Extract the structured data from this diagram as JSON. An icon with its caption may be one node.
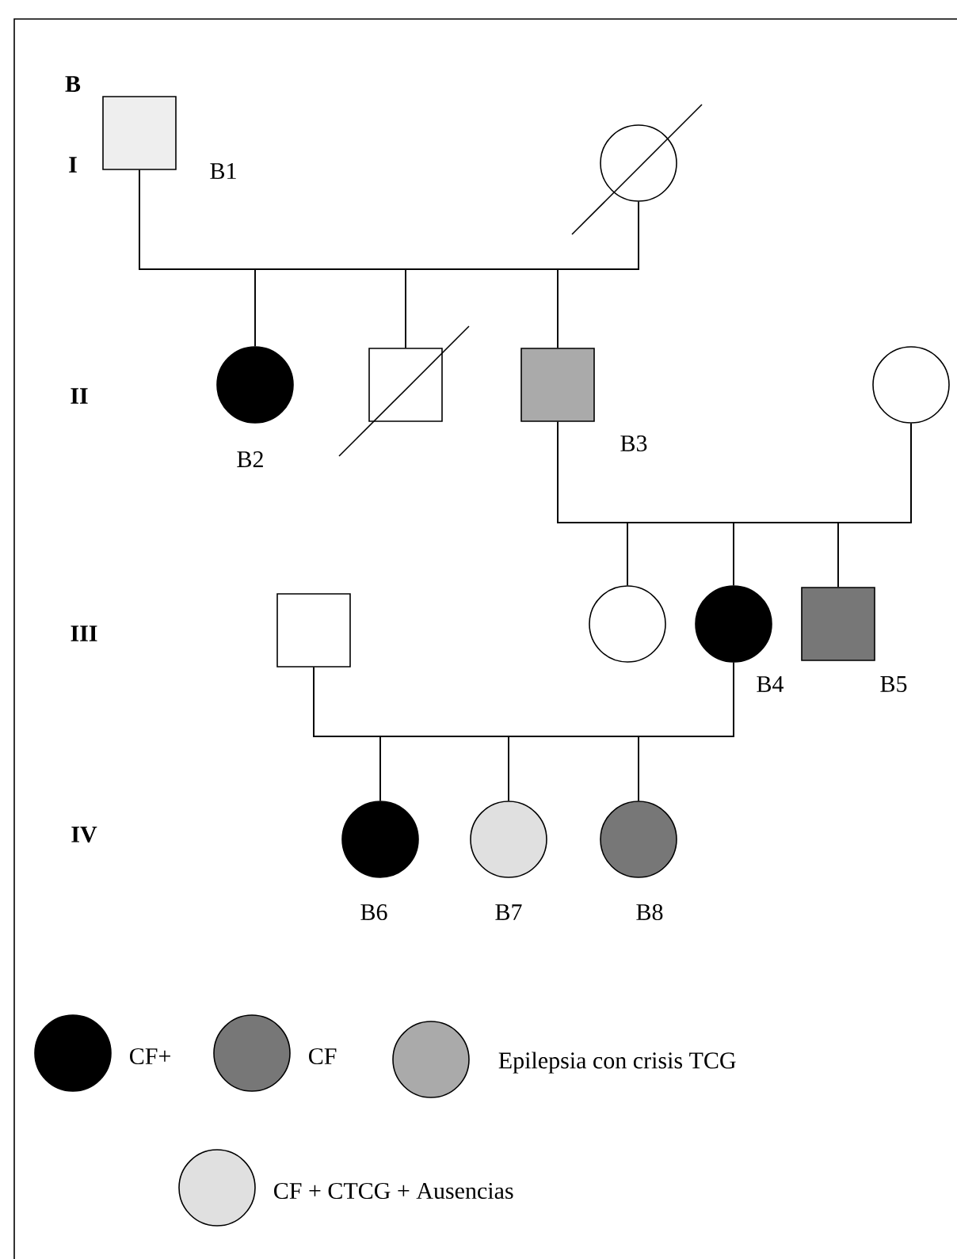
{
  "diagram": {
    "nodes": [
      {
        "text": [],
        "shape": "box",
        "beside": [
          "B1"
        ]
      },
      {
        "text": [],
        "shape": "circle"
      },
      {
        "text": [],
        "shape": "circle",
        "beside": [
          "B2"
        ]
      },
      {
        "text": [],
        "shape": "box"
      },
      {
        "text": [],
        "shape": "box",
        "beside": [
          "B3"
        ]
      },
      {
        "text": [],
        "shape": "circle"
      },
      {
        "text": [],
        "shape": "box"
      },
      {
        "text": [],
        "shape": "circle"
      },
      {
        "text": [],
        "shape": "circle",
        "beside": [
          "B4"
        ]
      },
      {
        "text": [],
        "shape": "box",
        "beside": [
          "B5"
        ]
      },
      {
        "text": [],
        "shape": "circle",
        "beside": [
          "B6"
        ]
      },
      {
        "text": [],
        "shape": "circle",
        "beside": [
          "B7"
        ]
      },
      {
        "text": [],
        "shape": "circle",
        "beside": [
          "B8"
        ]
      }
    ],
    "edges": [
      {
        "from": 0,
        "to": 2,
        "arrow": "none"
      },
      {
        "from": 0,
        "to": 3,
        "arrow": "none"
      },
      {
        "from": 0,
        "to": 4,
        "arrow": "none"
      },
      {
        "from": 1,
        "to": 2,
        "arrow": "none"
      },
      {
        "from": 1,
        "to": 3,
        "arrow": "none"
      },
      {
        "from": 1,
        "to": 4,
        "arrow": "none"
      },
      {
        "from": 4,
        "to": 7,
        "arrow": "none"
      },
      {
        "from": 4,
        "to": 8,
        "arrow": "none"
      },
      {
        "from": 4,
        "to": 9,
        "arrow": "none"
      },
      {
        "from": 5,
        "to": 7,
        "arrow": "none"
      },
      {
        "from": 5,
        "to": 8,
        "arrow": "none"
      },
      {
        "from": 5,
        "to": 9,
        "arrow": "none"
      },
      {
        "from": 6,
        "to": 10,
        "arrow": "none"
      },
      {
        "from": 6,
        "to": 11,
        "arrow": "none"
      },
      {
        "from": 6,
        "to": 12,
        "arrow": "none"
      },
      {
        "from": 8,
        "to": 10,
        "arrow": "none"
      },
      {
        "from": 8,
        "to": 11,
        "arrow": "none"
      },
      {
        "from": 8,
        "to": 12,
        "arrow": "none"
      }
    ],
    "labels": [
      "B",
      "I",
      "II",
      "III",
      "IV"
    ],
    "legend": [
      {
        "text": "CF+",
        "color": "#000000"
      },
      {
        "text": "CF",
        "color": "#777777"
      },
      {
        "text": "Epilepsia con crisis TCG",
        "color": "#aaaaaa"
      },
      {
        "text": "CF + CTCG + Ausencias",
        "color": "#e0e0e0"
      }
    ]
  }
}
